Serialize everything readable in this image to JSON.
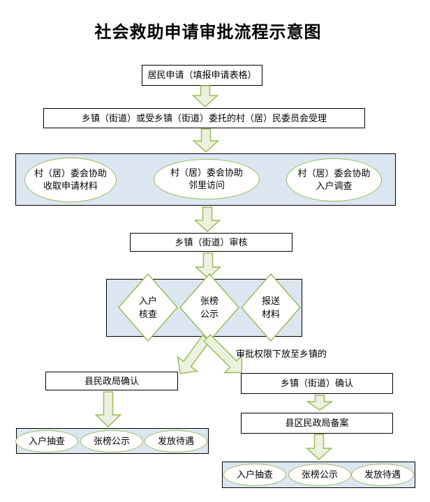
{
  "title": "社会救助申请审批流程示意图",
  "colors": {
    "arrow_fill": "#ebf1de",
    "arrow_stroke": "#9bbb59",
    "shape_stroke": "#9bbb59",
    "container_fill": "#dce6f1"
  },
  "flow": {
    "step_apply": "居民申请（填报申请表格）",
    "step_accept": "乡镇（街道）或受乡镇（街道）委托的村（居）民委员会受理",
    "assist_group": [
      {
        "line1": "村（居）委会协助",
        "line2": "收取申请材料"
      },
      {
        "line1": "村（居）委会协助",
        "line2": "邻里访问"
      },
      {
        "line1": "村（居）委会协助",
        "line2": "入户调查"
      }
    ],
    "step_review": "乡镇（街道）审核",
    "check_group": [
      {
        "line1": "入户",
        "line2": "核查"
      },
      {
        "line1": "张榜",
        "line2": "公示"
      },
      {
        "line1": "报送",
        "line2": "材料"
      }
    ],
    "branch_label": "审批权限下放至乡镇的",
    "left_branch": {
      "confirm": "县民政局确认",
      "final_group": [
        "入户抽查",
        "张榜公示",
        "发放待遇"
      ]
    },
    "right_branch": {
      "confirm": "乡镇（街道）确认",
      "record": "县区民政局备案",
      "final_group": [
        "入户抽查",
        "张榜公示",
        "发放待遇"
      ]
    }
  }
}
